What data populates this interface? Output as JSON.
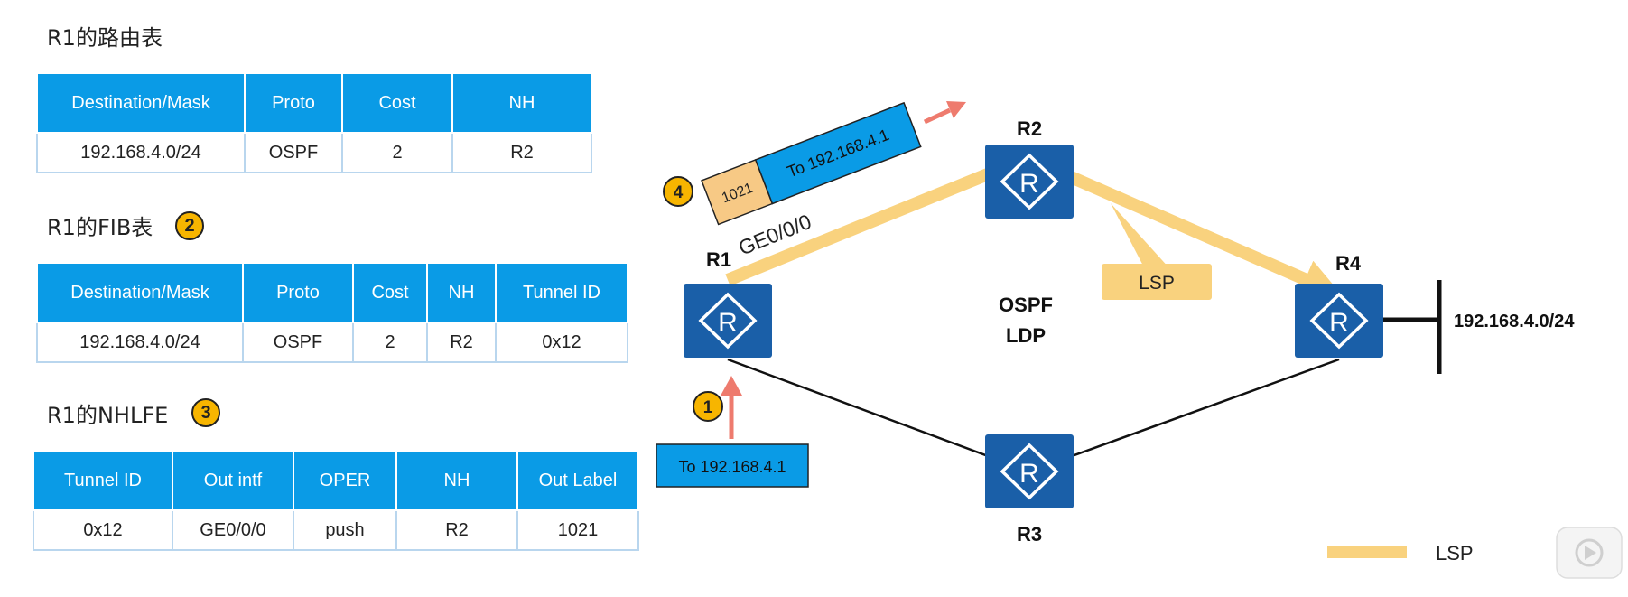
{
  "colors": {
    "table_header": "#0a9be6",
    "router_fill": "#1a5fa8",
    "lsp": "#f9d27e",
    "badge": "#f7b500",
    "arrow": "#ee7b6e",
    "packet_blue": "#0a9be6",
    "label_box": "#f7c985"
  },
  "routing_table": {
    "title": "R1的路由表",
    "headers": [
      "Destination/Mask",
      "Proto",
      "Cost",
      "NH"
    ],
    "rows": [
      [
        "192.168.4.0/24",
        "OSPF",
        "2",
        "R2"
      ]
    ]
  },
  "fib_table": {
    "title": "R1的FIB表",
    "badge": "2",
    "headers": [
      "Destination/Mask",
      "Proto",
      "Cost",
      "NH",
      "Tunnel ID"
    ],
    "rows": [
      [
        "192.168.4.0/24",
        "OSPF",
        "2",
        "R2",
        "0x12"
      ]
    ]
  },
  "nhlfe_table": {
    "title": "R1的NHLFE",
    "badge": "3",
    "headers": [
      "Tunnel ID",
      "Out intf",
      "OPER",
      "NH",
      "Out Label"
    ],
    "rows": [
      [
        "0x12",
        "GE0/0/0",
        "push",
        "R2",
        "1021"
      ]
    ]
  },
  "diagram": {
    "routers": {
      "r1": "R1",
      "r2": "R2",
      "r3": "R3",
      "r4": "R4"
    },
    "router_icon_letter": "R",
    "center_label_1": "OSPF",
    "center_label_2": "LDP",
    "network": "192.168.4.0/24",
    "interface": "GE0/0/0",
    "lsp_callout": "LSP",
    "step1_badge": "1",
    "step4_badge": "4",
    "incoming_packet": "To 192.168.4.1",
    "labeled_packet_label": "1021",
    "labeled_packet_payload": "To 192.168.4.1",
    "legend_label": "LSP",
    "play_icon": "play-icon"
  }
}
